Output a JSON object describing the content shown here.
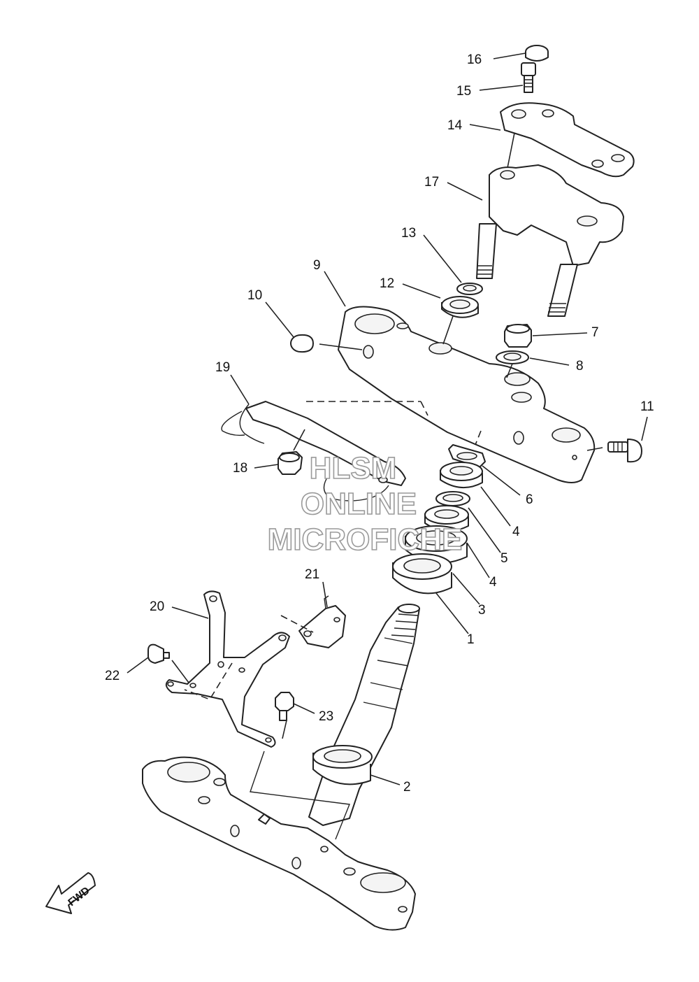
{
  "diagram": {
    "callouts": [
      {
        "id": "c16",
        "text": "16"
      },
      {
        "id": "c15",
        "text": "15"
      },
      {
        "id": "c14",
        "text": "14"
      },
      {
        "id": "c17",
        "text": "17"
      },
      {
        "id": "c13",
        "text": "13"
      },
      {
        "id": "c12",
        "text": "12"
      },
      {
        "id": "c9",
        "text": "9"
      },
      {
        "id": "c10",
        "text": "10"
      },
      {
        "id": "c7",
        "text": "7"
      },
      {
        "id": "c8",
        "text": "8"
      },
      {
        "id": "c19",
        "text": "19"
      },
      {
        "id": "c11",
        "text": "11"
      },
      {
        "id": "c18",
        "text": "18"
      },
      {
        "id": "c6",
        "text": "6"
      },
      {
        "id": "c4a",
        "text": "4"
      },
      {
        "id": "c5",
        "text": "5"
      },
      {
        "id": "c4b",
        "text": "4"
      },
      {
        "id": "c3",
        "text": "3"
      },
      {
        "id": "c21",
        "text": "21"
      },
      {
        "id": "c20",
        "text": "20"
      },
      {
        "id": "c1",
        "text": "1"
      },
      {
        "id": "c22",
        "text": "22"
      },
      {
        "id": "c23",
        "text": "23"
      },
      {
        "id": "c2",
        "text": "2"
      }
    ],
    "fwd_label": "FWD",
    "watermark": {
      "line1": "HLSM",
      "line2": "ONLINE",
      "line3": "MICROFICHE"
    },
    "colors": {
      "line": "#222222",
      "watermark_outline": "#9a9a9a",
      "background": "#ffffff"
    }
  }
}
